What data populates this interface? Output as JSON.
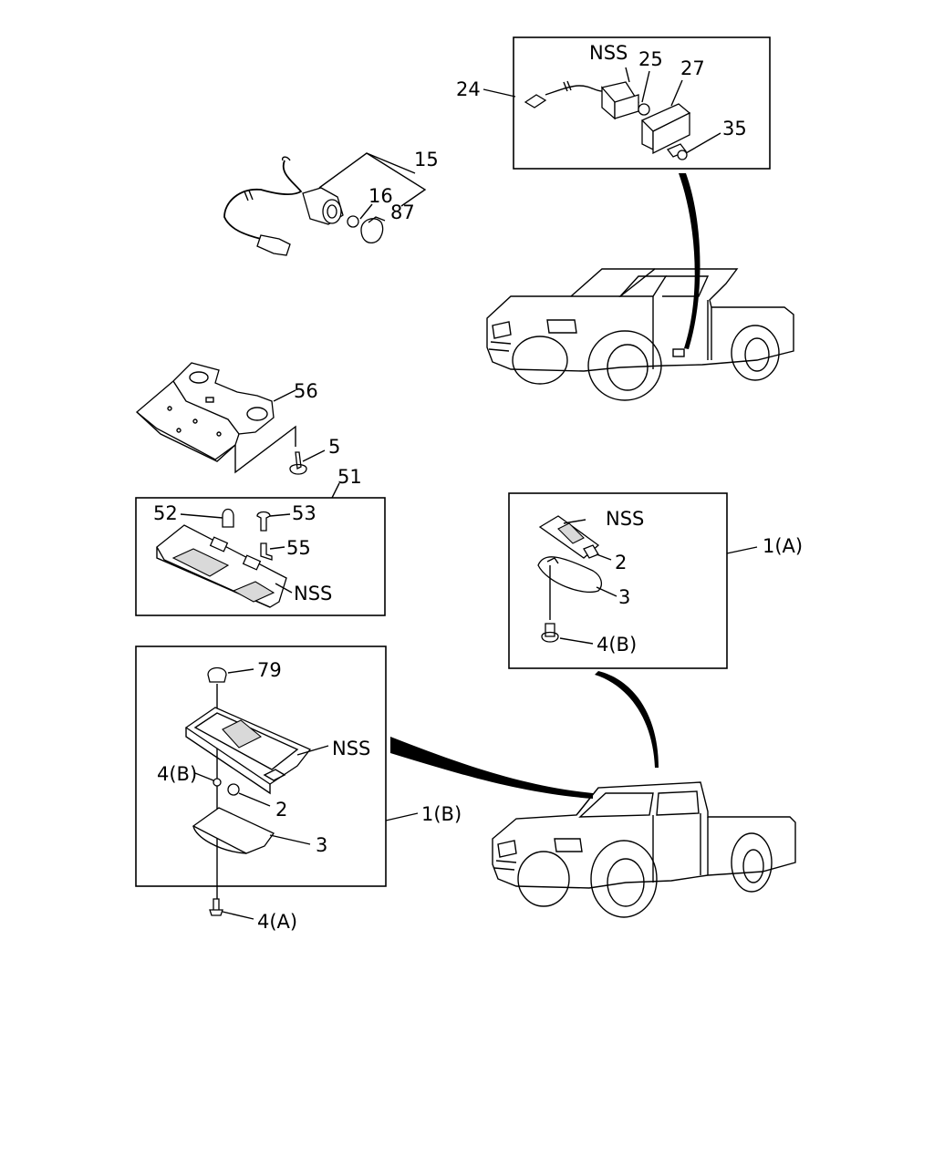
{
  "callouts": {
    "c24": "24",
    "nss_top": "NSS",
    "c25": "25",
    "c27": "27",
    "c35": "35",
    "c15": "15",
    "c16": "16",
    "c87": "87",
    "c56": "56",
    "c5": "5",
    "c51": "51",
    "c52": "52",
    "c53": "53",
    "c55": "55",
    "nss_mid": "NSS",
    "nss_right": "NSS",
    "c2_right": "2",
    "c3_right": "3",
    "c4b_right": "4(B)",
    "c1a": "1(A)",
    "c79": "79",
    "nss_bottom": "NSS",
    "c4b_left": "4(B)",
    "c2_left": "2",
    "c3_left": "3",
    "c1b": "1(B)",
    "c4a": "4(A)"
  }
}
